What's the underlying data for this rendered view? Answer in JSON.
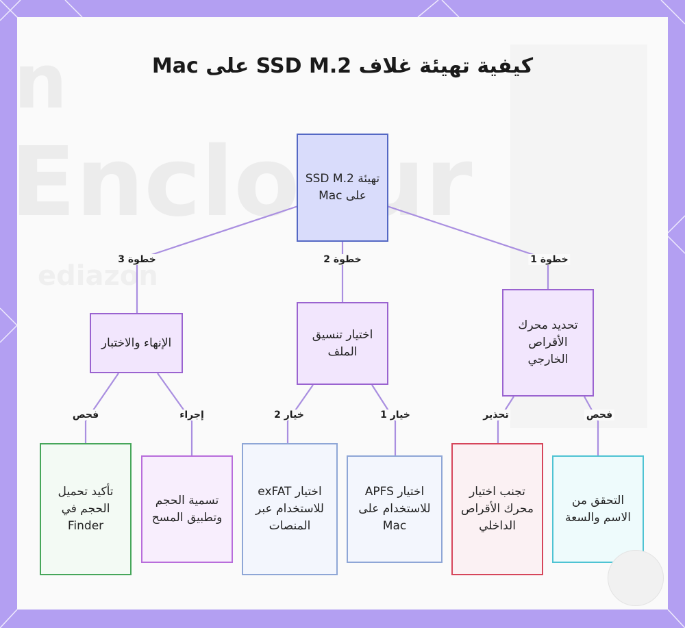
{
  "title": "كيفية تهيئة غلاف SSD M.2 على Mac",
  "background_text": {
    "line1": "Enclosur",
    "line2": "n",
    "line3": "ediazon"
  },
  "nodes": {
    "root": "تهيئة SSD M.2 على Mac",
    "step1": "تحديد محرك الأقراص الخارجي",
    "step2": "اختيار تنسيق الملف",
    "step3": "الإنهاء والاختبار",
    "step1_check": "التحقق من الاسم والسعة",
    "step1_warn": "تجنب اختيار محرك الأقراص الداخلي",
    "step2_opt1": "اختيار APFS للاستخدام على Mac",
    "step2_opt2": "اختيار exFAT للاستخدام عبر المنصات",
    "step3_act": "تسمية الحجم وتطبيق المسح",
    "step3_check": "تأكيد تحميل الحجم في Finder"
  },
  "edge_labels": {
    "step1": "خطوة 1",
    "step2": "خطوة 2",
    "step3": "خطوة 3",
    "check1": "فحص",
    "warn": "تحذير",
    "opt1": "خيار 1",
    "opt2": "خيار 2",
    "act": "إجراء",
    "check3": "فحص"
  },
  "colors": {
    "root_border": "#5468c4",
    "step_border": "#9a63d0",
    "check_border": "#4ec3d3",
    "warn_border": "#d6455a",
    "option_border": "#8ea6d6",
    "action_border": "#b86ddb",
    "final_border": "#46a65a",
    "edge": "#a98ee0"
  }
}
